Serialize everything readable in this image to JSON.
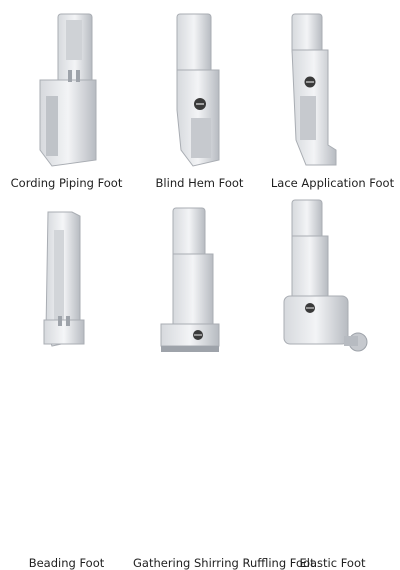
{
  "items": [
    {
      "label": "Cording Piping Foot"
    },
    {
      "label": "Blind Hem Foot"
    },
    {
      "label": "Lace Application Foot"
    },
    {
      "label": "Beading Foot"
    },
    {
      "label": "Gathering Shirring Ruffling Foot"
    },
    {
      "label": "Elastic Foot"
    }
  ],
  "colors": {
    "metal_light": "#eef0f2",
    "metal_mid": "#c9ccd1",
    "metal_dark": "#9ea3aa",
    "screw": "#3a3a3a",
    "text": "#1f1f1f",
    "background": "#ffffff"
  }
}
